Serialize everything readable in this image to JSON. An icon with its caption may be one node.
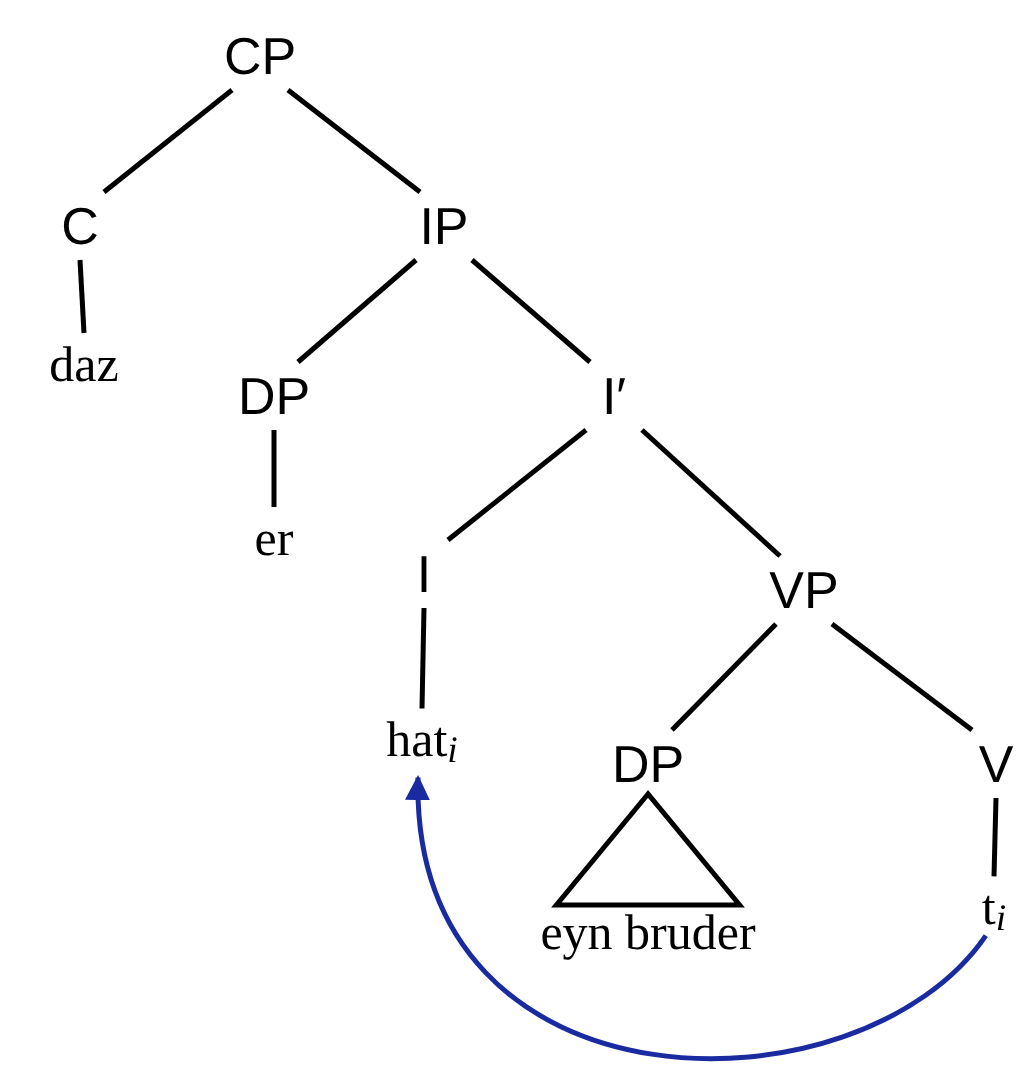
{
  "diagram": {
    "nodes": [
      {
        "text": [
          "CP"
        ]
      },
      {
        "text": [
          "C"
        ]
      },
      {
        "text": [
          "IP"
        ]
      },
      {
        "text": [
          "daz"
        ]
      },
      {
        "text": [
          "DP"
        ]
      },
      {
        "text": [
          "I′"
        ]
      },
      {
        "text": [
          "er"
        ]
      },
      {
        "text": [
          "I"
        ]
      },
      {
        "text": [
          "VP"
        ]
      },
      {
        "text": [
          "hat$_{i}$"
        ]
      },
      {
        "text": [
          "DP"
        ]
      },
      {
        "text": [
          "V"
        ]
      },
      {
        "text": [
          "eyn bruder"
        ]
      },
      {
        "text": [
          "t$_{i}$"
        ]
      }
    ],
    "edges": [
      {
        "from": 0,
        "to": 1,
        "arrow": "none"
      },
      {
        "from": 0,
        "to": 2,
        "arrow": "none"
      },
      {
        "from": 1,
        "to": 3,
        "arrow": "none"
      },
      {
        "from": 2,
        "to": 4,
        "arrow": "none"
      },
      {
        "from": 2,
        "to": 5,
        "arrow": "none"
      },
      {
        "from": 4,
        "to": 6,
        "arrow": "none"
      },
      {
        "from": 5,
        "to": 7,
        "arrow": "none"
      },
      {
        "from": 5,
        "to": 8,
        "arrow": "none"
      },
      {
        "from": 7,
        "to": 9,
        "arrow": "none"
      },
      {
        "from": 8,
        "to": 10,
        "arrow": "none"
      },
      {
        "from": 8,
        "to": 11,
        "arrow": "none"
      },
      {
        "from": 10,
        "to": 12,
        "arrow": "none"
      },
      {
        "from": 11,
        "to": 13,
        "arrow": "none"
      },
      {
        "from": 13,
        "to": 9,
        "arrow": "to",
        "color": "#1a2aa0"
      }
    ]
  }
}
